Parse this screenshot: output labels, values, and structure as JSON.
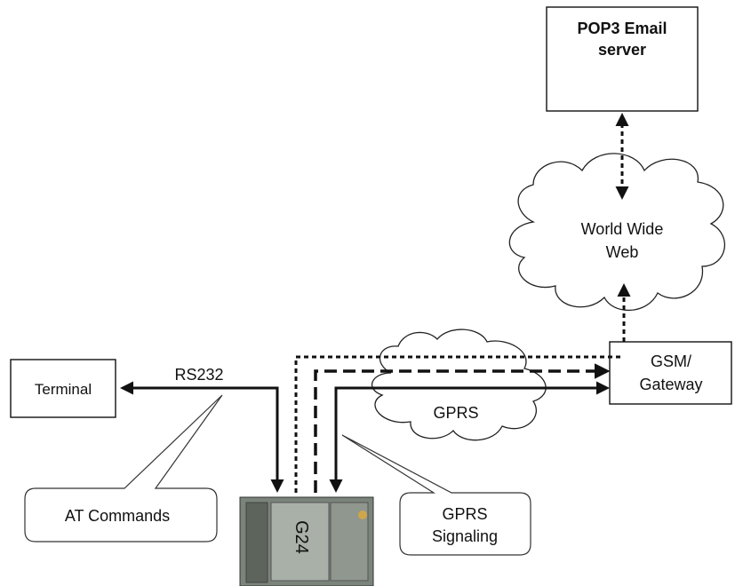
{
  "nodes": {
    "pop3_server": {
      "line1": "POP3 Email",
      "line2": "server"
    },
    "www": {
      "line1": "World Wide",
      "line2": "Web"
    },
    "gateway": {
      "line1": "GSM/",
      "line2": "Gateway"
    },
    "terminal": {
      "label": "Terminal"
    },
    "gprs": {
      "label": "GPRS"
    },
    "module": {
      "label": "G24"
    }
  },
  "labels": {
    "rs232": "RS232"
  },
  "callouts": {
    "at_commands": "AT Commands",
    "gprs_signaling": {
      "line1": "GPRS",
      "line2": "Signaling"
    }
  }
}
